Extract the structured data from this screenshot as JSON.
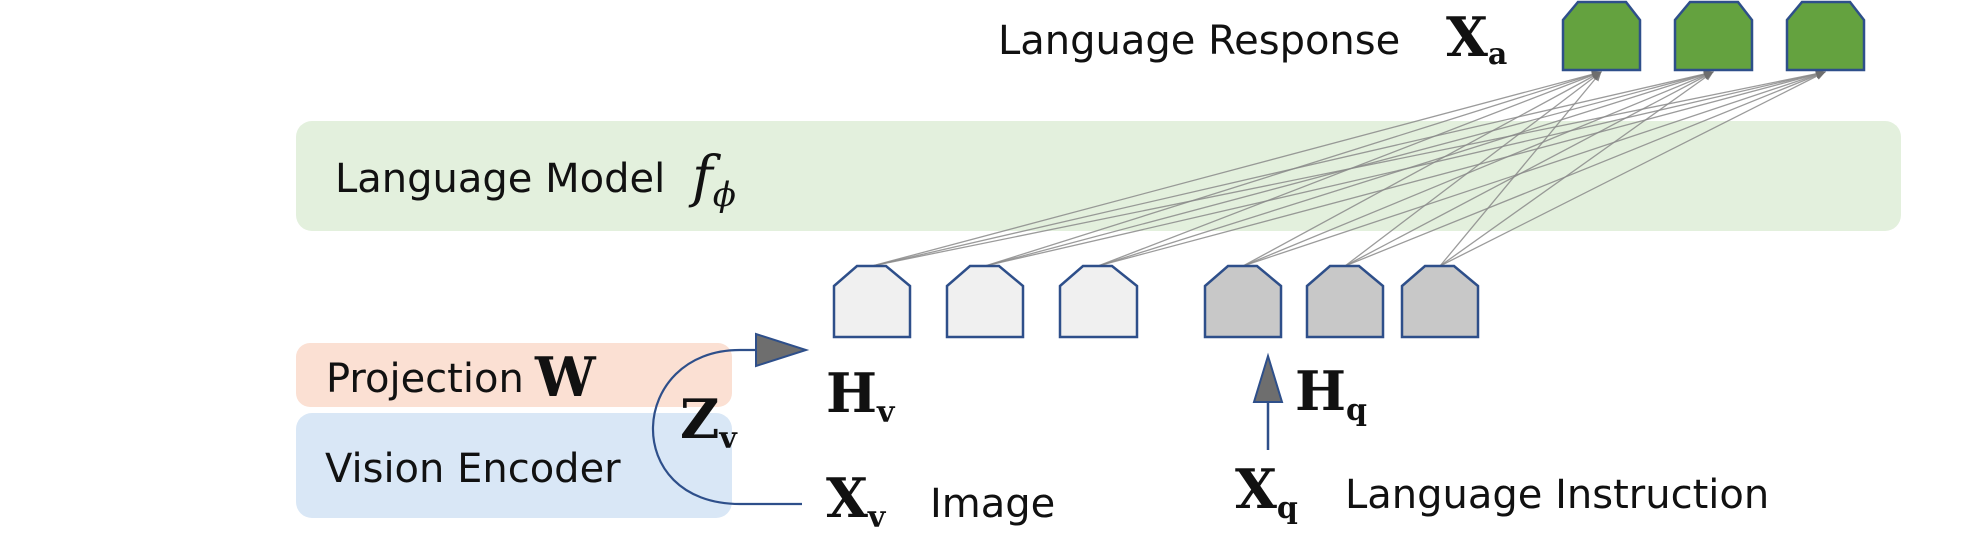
{
  "colors": {
    "language_model_bg": "#e3f0dd",
    "projection_bg": "#fbe0d3",
    "vision_encoder_bg": "#d9e7f6",
    "response_token_fill": "#64a23f",
    "token_stroke": "#2e4f8a",
    "visual_token_fill": "#f0f0f0",
    "instruction_token_fill": "#c8c8c8",
    "connector_line": "#8a8a8a",
    "arrow_fill": "#6e6e6e",
    "curve_stroke": "#2e4f8a"
  },
  "response": {
    "label": "Language Response",
    "symbol": "X",
    "subscript": "a",
    "token_count": 3
  },
  "language_model": {
    "label": "Language Model",
    "symbol": "f",
    "subscript": "ϕ"
  },
  "projection": {
    "label": "Projection",
    "symbol": "W"
  },
  "vision_encoder": {
    "label": "Vision Encoder",
    "feature_symbol": "Z",
    "feature_subscript": "v"
  },
  "visual_tokens": {
    "symbol": "H",
    "subscript": "v",
    "token_count": 3
  },
  "instruction_tokens": {
    "symbol": "H",
    "subscript": "q",
    "token_count": 3
  },
  "image_input": {
    "symbol": "X",
    "subscript": "v",
    "label": "Image"
  },
  "instruction_input": {
    "symbol": "X",
    "subscript": "q",
    "label": "Language Instruction"
  }
}
